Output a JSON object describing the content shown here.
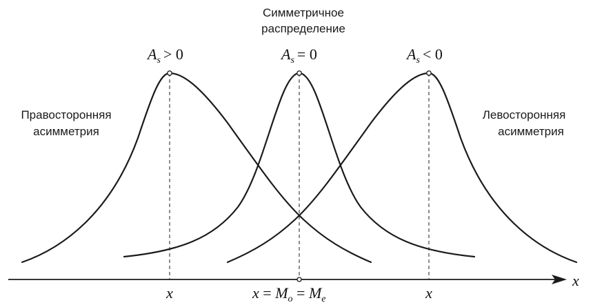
{
  "labels": {
    "symmetric_line1": "Симметричное",
    "symmetric_line2": "распределение",
    "right_skew_line1": "Правосторонняя",
    "right_skew_line2": "асимметрия",
    "left_skew_line1": "Левосторонняя",
    "left_skew_line2": "асимметрия"
  },
  "conditions": {
    "positive": {
      "symbol": "A",
      "subscript": "s",
      "relation": "> 0"
    },
    "zero": {
      "symbol": "A",
      "subscript": "s",
      "relation": "= 0"
    },
    "negative": {
      "symbol": "A",
      "subscript": "s",
      "relation": "< 0"
    }
  },
  "axis": {
    "variable": "x",
    "tick_left": "x",
    "tick_right": "x",
    "center_formula": {
      "x": "x",
      "eq1": " = ",
      "mo": "M",
      "mo_sub": "o",
      "eq2": " = ",
      "me": "M",
      "me_sub": "e"
    }
  }
}
